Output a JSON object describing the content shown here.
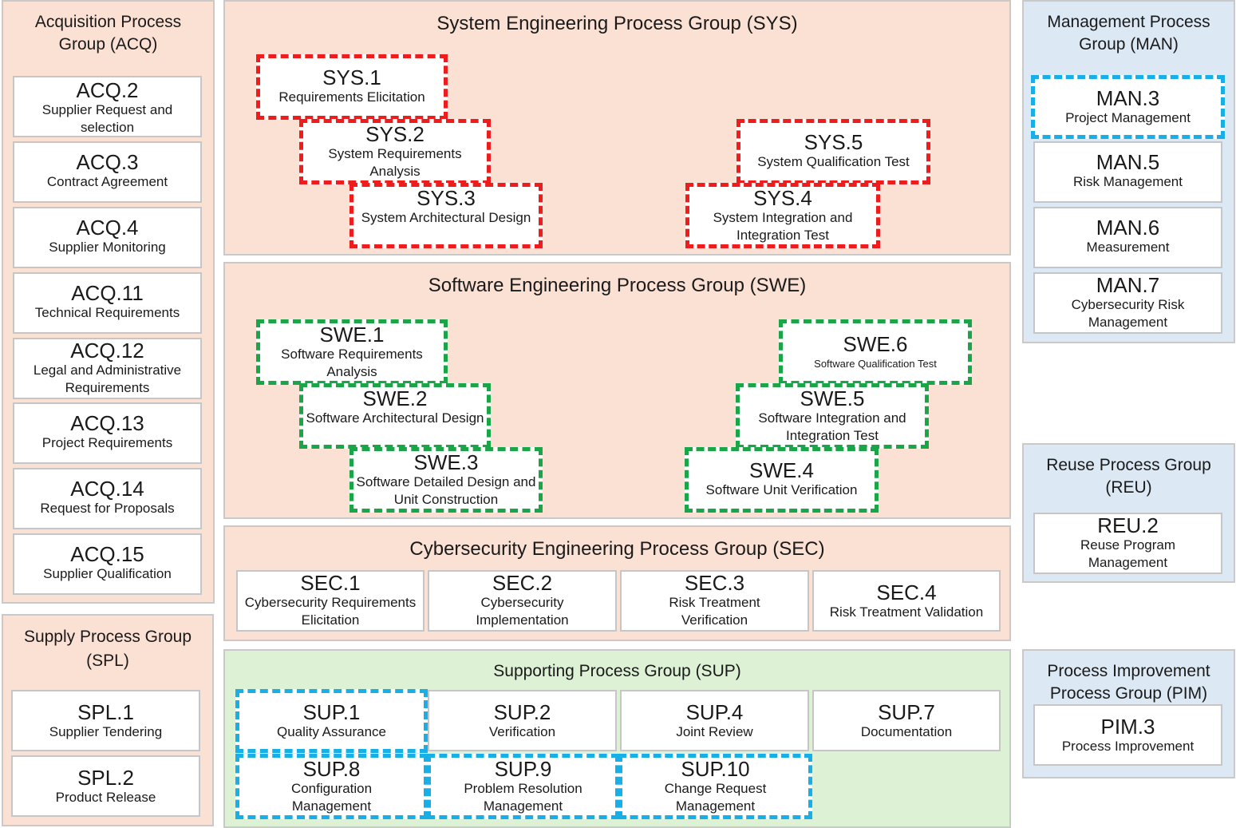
{
  "acq": {
    "title": "Acquisition Process\nGroup (ACQ)",
    "items": [
      {
        "code": "ACQ.2",
        "name": "Supplier Request and selection"
      },
      {
        "code": "ACQ.3",
        "name": "Contract Agreement"
      },
      {
        "code": "ACQ.4",
        "name": "Supplier Monitoring"
      },
      {
        "code": "ACQ.11",
        "name": "Technical Requirements"
      },
      {
        "code": "ACQ.12",
        "name": "Legal and Administrative Requirements"
      },
      {
        "code": "ACQ.13",
        "name": "Project Requirements"
      },
      {
        "code": "ACQ.14",
        "name": "Request for Proposals"
      },
      {
        "code": "ACQ.15",
        "name": "Supplier Qualification"
      }
    ]
  },
  "spl": {
    "title": "Supply Process Group\n(SPL)",
    "items": [
      {
        "code": "SPL.1",
        "name": "Supplier Tendering"
      },
      {
        "code": "SPL.2",
        "name": "Product Release"
      }
    ]
  },
  "sys": {
    "title": "System Engineering Process Group (SYS)",
    "items": [
      {
        "code": "SYS.1",
        "name": "Requirements Elicitation"
      },
      {
        "code": "SYS.2",
        "name": "System Requirements Analysis"
      },
      {
        "code": "SYS.3",
        "name": "System Architectural Design"
      },
      {
        "code": "SYS.4",
        "name": "System Integration and Integration Test"
      },
      {
        "code": "SYS.5",
        "name": "System Qualification Test"
      }
    ]
  },
  "swe": {
    "title": "Software Engineering Process Group (SWE)",
    "items": [
      {
        "code": "SWE.1",
        "name": "Software Requirements Analysis"
      },
      {
        "code": "SWE.2",
        "name": "Software Architectural Design"
      },
      {
        "code": "SWE.3",
        "name": "Software Detailed Design and Unit Construction"
      },
      {
        "code": "SWE.4",
        "name": "Software Unit Verification"
      },
      {
        "code": "SWE.5",
        "name": "Software Integration and Integration Test"
      },
      {
        "code": "SWE.6",
        "name": "Software Qualification Test"
      }
    ]
  },
  "sec": {
    "title": "Cybersecurity Engineering Process Group (SEC)",
    "items": [
      {
        "code": "SEC.1",
        "name": "Cybersecurity Requirements Elicitation"
      },
      {
        "code": "SEC.2",
        "name": "Cybersecurity Implementation"
      },
      {
        "code": "SEC.3",
        "name": "Risk Treatment Verification"
      },
      {
        "code": "SEC.4",
        "name": "Risk Treatment Validation"
      }
    ]
  },
  "sup": {
    "title": "Supporting Process Group (SUP)",
    "items": [
      {
        "code": "SUP.1",
        "name": "Quality Assurance"
      },
      {
        "code": "SUP.2",
        "name": "Verification"
      },
      {
        "code": "SUP.4",
        "name": "Joint Review"
      },
      {
        "code": "SUP.7",
        "name": "Documentation"
      },
      {
        "code": "SUP.8",
        "name": "Configuration Management"
      },
      {
        "code": "SUP.9",
        "name": "Problem Resolution Management"
      },
      {
        "code": "SUP.10",
        "name": "Change Request Management"
      }
    ]
  },
  "man": {
    "title": "Management Process\nGroup (MAN)",
    "items": [
      {
        "code": "MAN.3",
        "name": "Project Management"
      },
      {
        "code": "MAN.5",
        "name": "Risk Management"
      },
      {
        "code": "MAN.6",
        "name": "Measurement"
      },
      {
        "code": "MAN.7",
        "name": "Cybersecurity Risk Management"
      }
    ]
  },
  "reu": {
    "title": "Reuse Process Group\n(REU)",
    "items": [
      {
        "code": "REU.2",
        "name": "Reuse Program Management"
      }
    ]
  },
  "pim": {
    "title": "Process Improvement\nProcess Group (PIM)",
    "items": [
      {
        "code": "PIM.3",
        "name": "Process Improvement"
      }
    ]
  },
  "colors": {
    "engineering_bg": "#fbe0d4",
    "management_bg": "#dce9f5",
    "supporting_bg": "#ddf1d4",
    "sys_highlight": "#ee1c1c",
    "swe_highlight": "#1aa548",
    "blue_highlight": "#18aee8"
  }
}
